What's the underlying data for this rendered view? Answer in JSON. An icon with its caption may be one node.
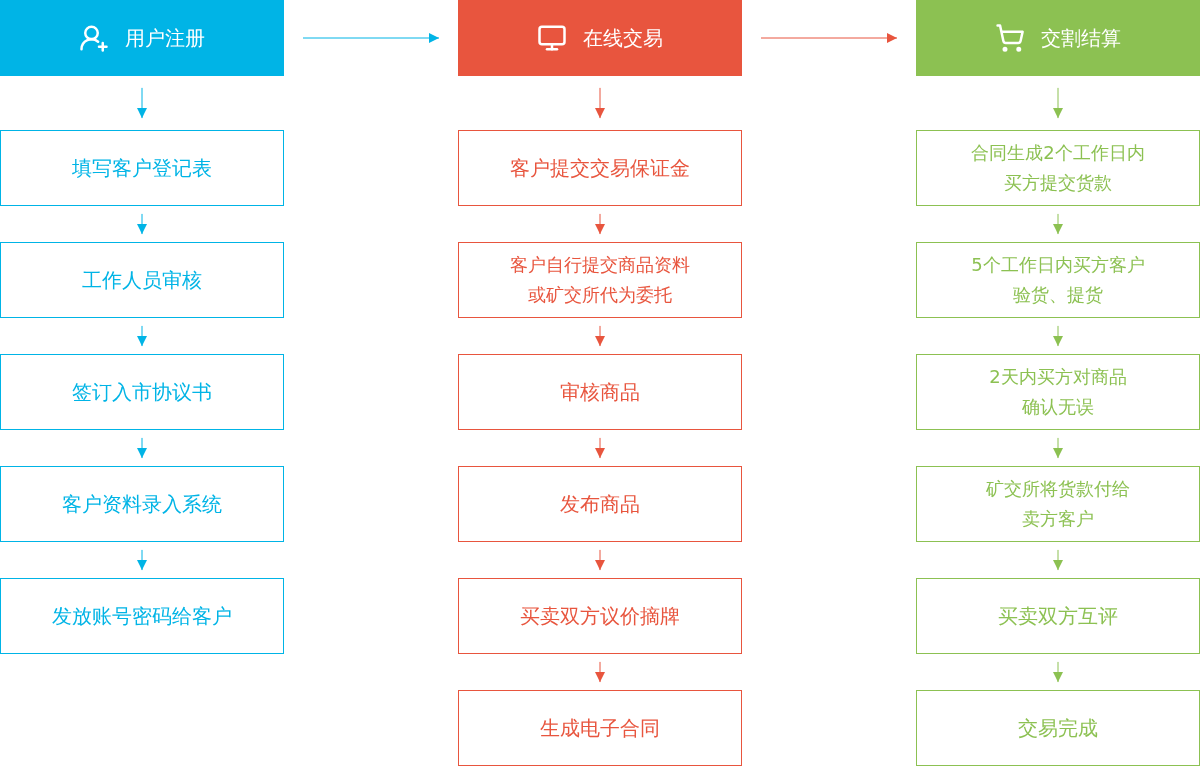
{
  "diagram": {
    "nodes": [
      {
        "text": [
          "用户注册"
        ]
      },
      {
        "text": [
          "填写客户登记表"
        ]
      },
      {
        "text": [
          "工作人员审核"
        ]
      },
      {
        "text": [
          "签订入市协议书"
        ]
      },
      {
        "text": [
          "客户资料录入系统"
        ]
      },
      {
        "text": [
          "发放账号密码给客户"
        ]
      },
      {
        "text": [
          "在线交易"
        ]
      },
      {
        "text": [
          "客户提交交易保证金"
        ]
      },
      {
        "text": [
          "客户自行提交商品资料或矿交所代为委托"
        ]
      },
      {
        "text": [
          "审核商品"
        ]
      },
      {
        "text": [
          "发布商品"
        ]
      },
      {
        "text": [
          "买卖双方议价摘牌"
        ]
      },
      {
        "text": [
          "生成电子合同"
        ]
      },
      {
        "text": [
          "交割结算"
        ]
      },
      {
        "text": [
          "合同生成2个工作日内买方提交货款"
        ]
      },
      {
        "text": [
          "5个工作日内买方客户验货、提货"
        ]
      },
      {
        "text": [
          "2天内买方对商品确认无误"
        ]
      },
      {
        "text": [
          "矿交所将货款付给卖方客户"
        ]
      },
      {
        "text": [
          "买卖双方互评"
        ]
      },
      {
        "text": [
          "交易完成"
        ]
      }
    ],
    "edges": [
      {
        "from": 0,
        "to": 6,
        "arrow": "to",
        "color": "#00b4e6"
      },
      {
        "from": 6,
        "to": 13,
        "arrow": "to"
      },
      {
        "from": 0,
        "to": 1,
        "arrow": "to",
        "color": "#00b4e6"
      },
      {
        "from": 1,
        "to": 2,
        "arrow": "to",
        "color": "#00b4e6"
      },
      {
        "from": 2,
        "to": 3,
        "arrow": "to",
        "color": "#00b4e6"
      },
      {
        "from": 3,
        "to": 4,
        "arrow": "to",
        "color": "#00b4e6"
      },
      {
        "from": 4,
        "to": 5,
        "arrow": "to",
        "color": "#00b4e6"
      },
      {
        "from": 6,
        "to": 7,
        "arrow": "to"
      },
      {
        "from": 7,
        "to": 8,
        "arrow": "to"
      },
      {
        "from": 8,
        "to": 9,
        "arrow": "to"
      },
      {
        "from": 9,
        "to": 10,
        "arrow": "to"
      },
      {
        "from": 10,
        "to": 11,
        "arrow": "to"
      },
      {
        "from": 11,
        "to": 12,
        "arrow": "to"
      },
      {
        "from": 13,
        "to": 14,
        "arrow": "to",
        "color": "#8cc152"
      },
      {
        "from": 14,
        "to": 15,
        "arrow": "to",
        "color": "#8cc152"
      },
      {
        "from": 15,
        "to": 16,
        "arrow": "to",
        "color": "#8cc152"
      },
      {
        "from": 16,
        "to": 17,
        "arrow": "to",
        "color": "#8cc152"
      },
      {
        "from": 17,
        "to": 18,
        "arrow": "to",
        "color": "#8cc152"
      },
      {
        "from": 18,
        "to": 19,
        "arrow": "to",
        "color": "#8cc152"
      }
    ]
  }
}
